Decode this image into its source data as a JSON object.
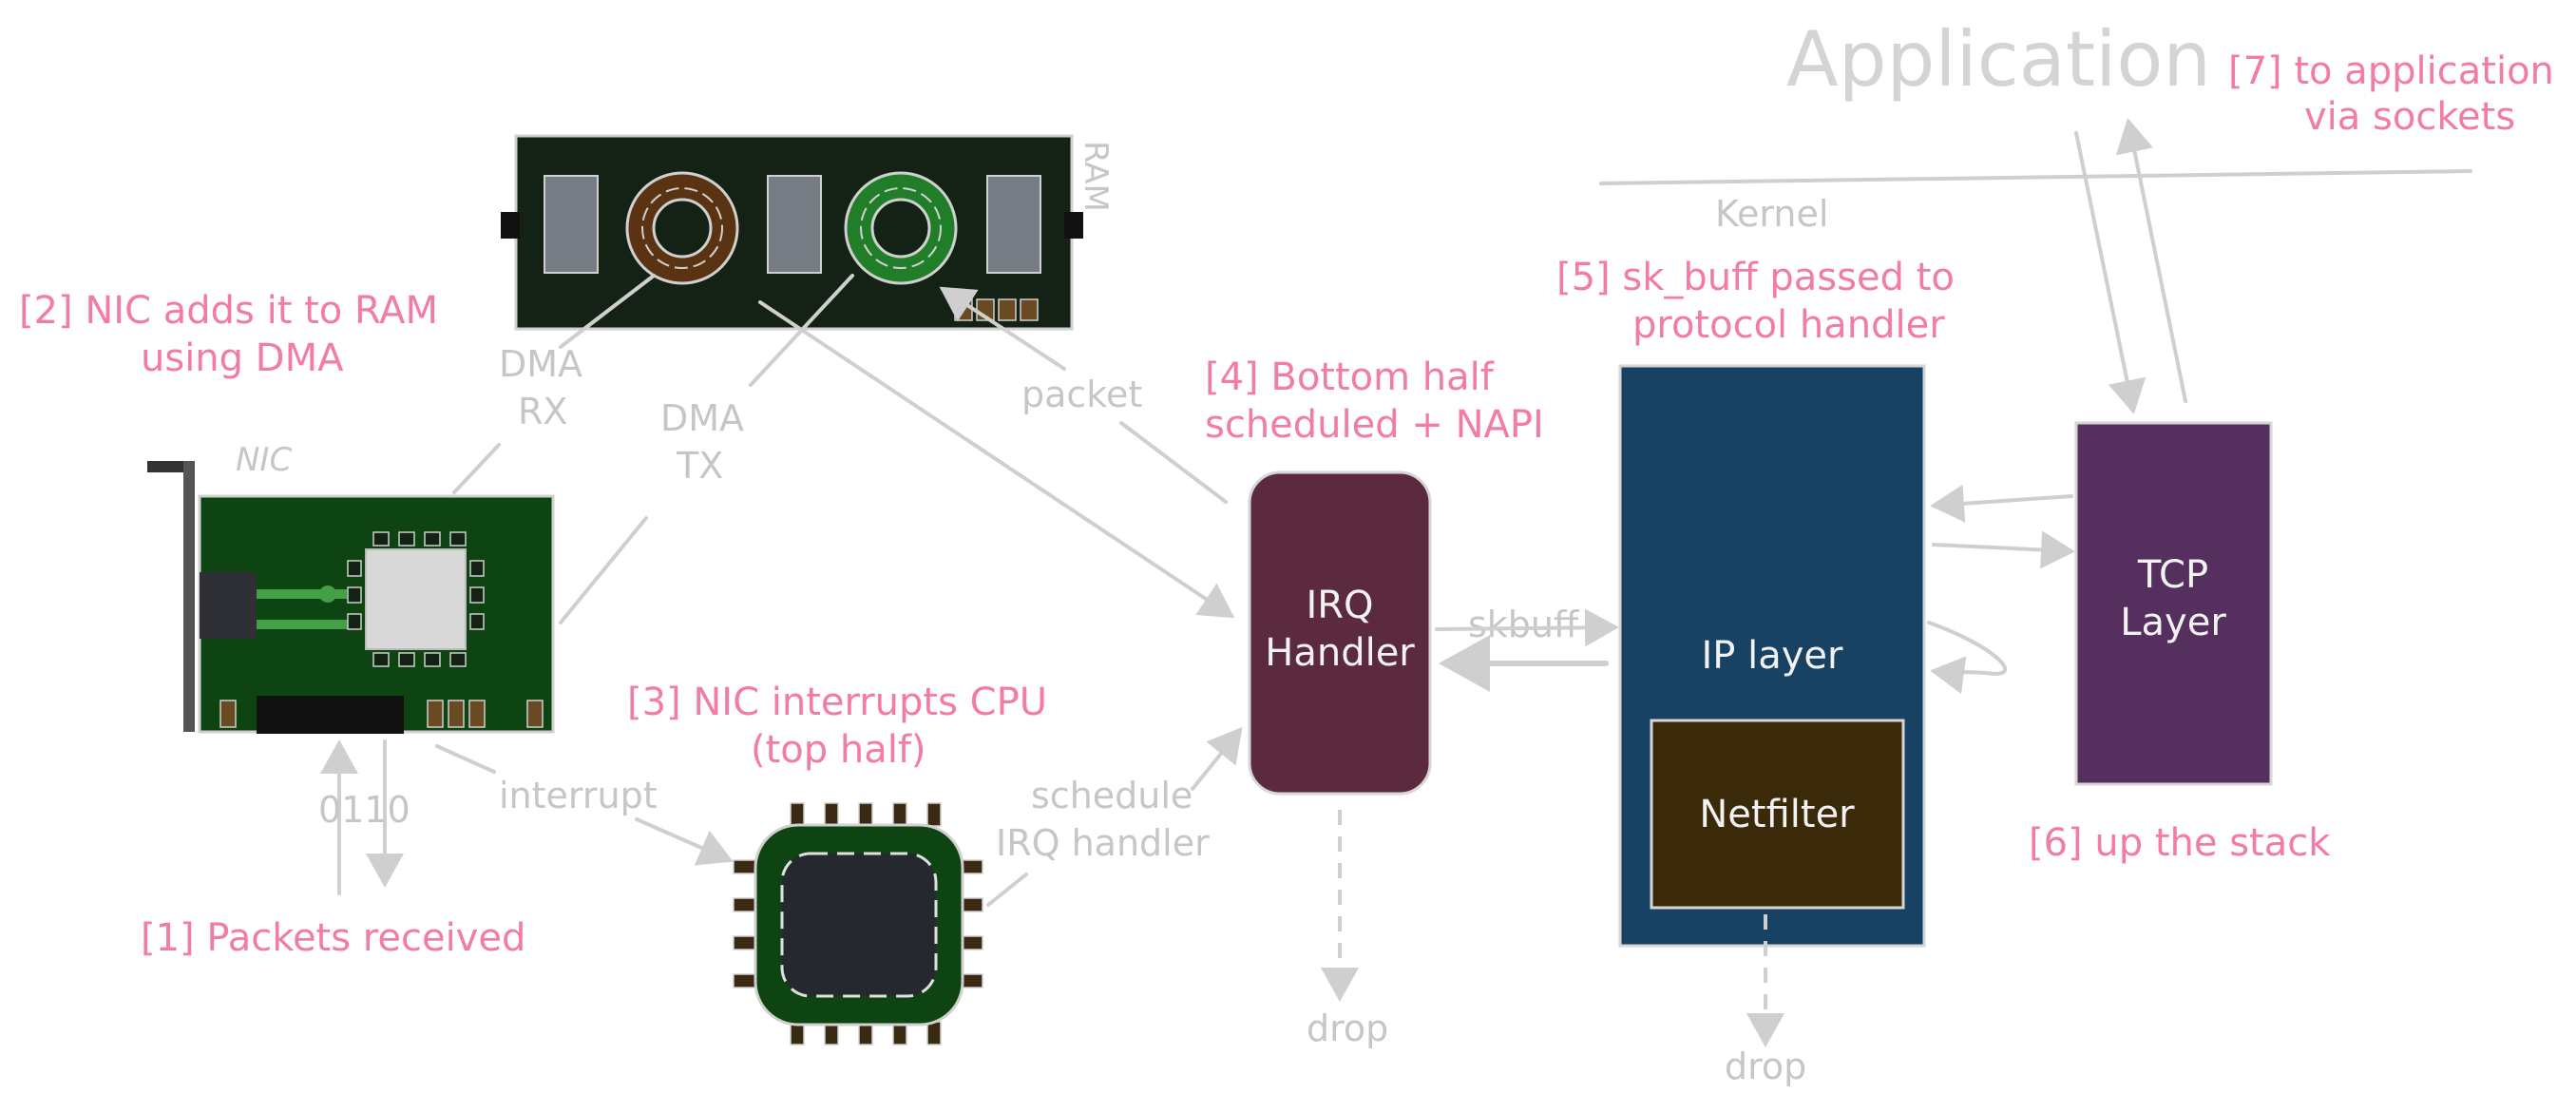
{
  "steps": {
    "s1": "[1] Packets received",
    "s2_line1": "[2] NIC adds it to RAM",
    "s2_line2": "using DMA",
    "s3_line1": "[3] NIC interrupts CPU",
    "s3_line2": "(top half)",
    "s4_line1": "[4] Bottom half",
    "s4_line2": "scheduled + NAPI",
    "s5_line1": "[5] sk_buff passed to",
    "s5_line2": "protocol handler",
    "s6": "[6] up the stack",
    "s7_line1": "[7] to application",
    "s7_line2": "via sockets"
  },
  "labels": {
    "application": "Application",
    "kernel": "Kernel",
    "ram": "RAM",
    "nic": "NIC",
    "dma_rx_line1": "DMA",
    "dma_rx_line2": "RX",
    "dma_tx_line1": "DMA",
    "dma_tx_line2": "TX",
    "packet": "packet",
    "bits": "0110",
    "interrupt": "interrupt",
    "schedule_line1": "schedule",
    "schedule_line2": "IRQ handler",
    "skbuff": "skbuff",
    "drop_irq": "drop",
    "drop_ip": "drop"
  },
  "boxes": {
    "irq_line1": "IRQ",
    "irq_line2": "Handler",
    "ip_layer": "IP layer",
    "netfilter": "Netfilter",
    "tcp_line1": "TCP",
    "tcp_line2": "Layer"
  },
  "colors": {
    "accent_pink": "#f27ba8",
    "annotation_gray": "#c6c6c6",
    "irq_box": "#5c2a3e",
    "ip_box": "#174263",
    "netfilter_box": "#3a2a0a",
    "tcp_box": "#55305e",
    "nic_board": "#0d4412",
    "ram_board": "#142216",
    "cpu_body": "#0d4412"
  },
  "icons": [
    "nic-card-icon",
    "ram-module-icon",
    "cpu-chip-icon"
  ]
}
